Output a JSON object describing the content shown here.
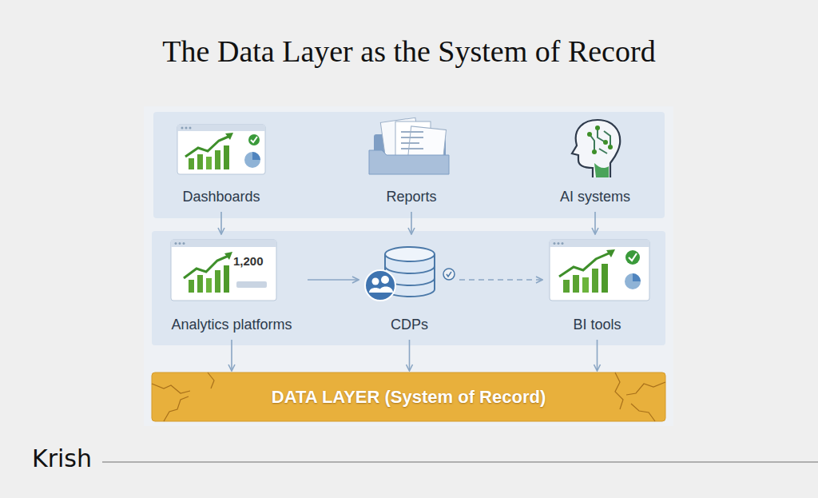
{
  "diagram": {
    "title": "The Data Layer as the System of Record",
    "nodes": [
      {
        "text": [
          "Dashboards"
        ]
      },
      {
        "text": [
          "Reports"
        ]
      },
      {
        "text": [
          "AI systems"
        ]
      },
      {
        "text": [
          "1,200",
          "Analytics platforms"
        ]
      },
      {
        "text": [
          "CDPs"
        ]
      },
      {
        "text": [
          "BI tools"
        ]
      },
      {
        "text": [
          "DATA LAYER (System of Record)"
        ]
      }
    ],
    "edges": [
      {
        "from": 0,
        "to": 3,
        "arrow": "to"
      },
      {
        "from": 1,
        "to": 4,
        "arrow": "to"
      },
      {
        "from": 2,
        "to": 5,
        "arrow": "to"
      },
      {
        "from": 3,
        "to": 4,
        "arrow": "to"
      },
      {
        "from": 4,
        "to": 5,
        "arrow": "to"
      },
      {
        "from": 3,
        "to": 6,
        "arrow": "to"
      },
      {
        "from": 4,
        "to": 6,
        "arrow": "to"
      },
      {
        "from": 5,
        "to": 6,
        "arrow": "to"
      }
    ],
    "labels": [
      "Krish"
    ]
  }
}
